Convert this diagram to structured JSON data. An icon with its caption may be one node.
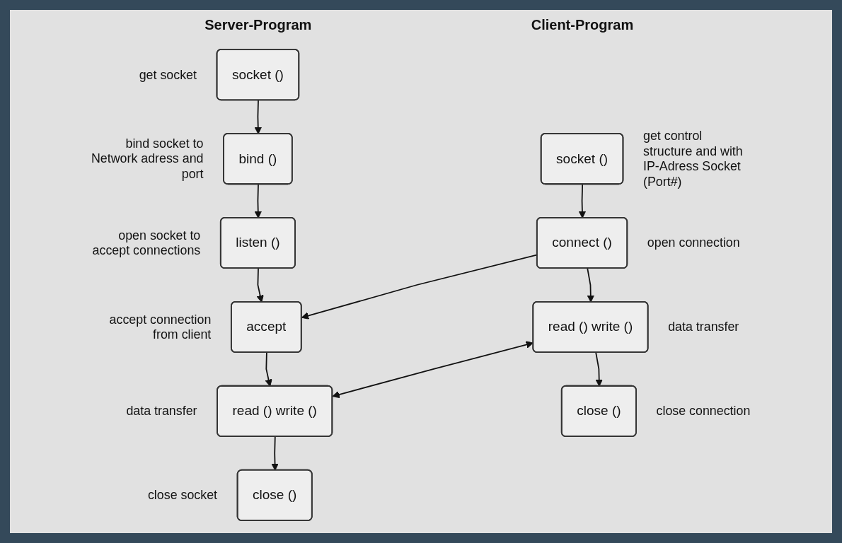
{
  "diagram": {
    "nodes": [
      {
        "text": [
          "socket ()"
        ],
        "beside": [
          "get control structure and with IP-Adress Socket (Port#)"
        ]
      },
      {
        "text": [
          "socket ()"
        ],
        "beside": [
          "get socket"
        ]
      },
      {
        "text": [
          "bind ()"
        ],
        "beside": [
          "bind socket to Network adress and port"
        ]
      },
      {
        "text": [
          "listen ()"
        ],
        "beside": [
          "open socket to accept connections"
        ]
      },
      {
        "text": [
          "connect ()"
        ],
        "beside": [
          "open connection"
        ]
      },
      {
        "text": [
          "accept"
        ],
        "beside": [
          "accept connection from client"
        ]
      },
      {
        "text": [
          "read () write ()"
        ],
        "beside": [
          "data transfer"
        ]
      },
      {
        "text": [
          "read () write ()"
        ],
        "beside": [
          "data transfer"
        ]
      },
      {
        "text": [
          "close ()"
        ],
        "beside": [
          "close connection"
        ]
      },
      {
        "text": [
          "close ()"
        ],
        "beside": [
          "close socket"
        ]
      }
    ],
    "edges": [
      {
        "from": 0,
        "to": 4,
        "arrow": "to"
      },
      {
        "from": 1,
        "to": 2,
        "arrow": "to"
      },
      {
        "from": 2,
        "to": 3,
        "arrow": "to"
      },
      {
        "from": 3,
        "to": 5,
        "arrow": "to"
      },
      {
        "from": 4,
        "to": 5,
        "arrow": "to"
      },
      {
        "from": 5,
        "to": 7,
        "arrow": "to"
      },
      {
        "from": 4,
        "to": 6,
        "arrow": "to"
      },
      {
        "from": 6,
        "to": 7,
        "arrow": "both"
      },
      {
        "from": 6,
        "to": 8,
        "arrow": "to"
      },
      {
        "from": 7,
        "to": 9,
        "arrow": "to"
      }
    ],
    "labels": [
      "Client-Program",
      "Server-Program"
    ]
  }
}
